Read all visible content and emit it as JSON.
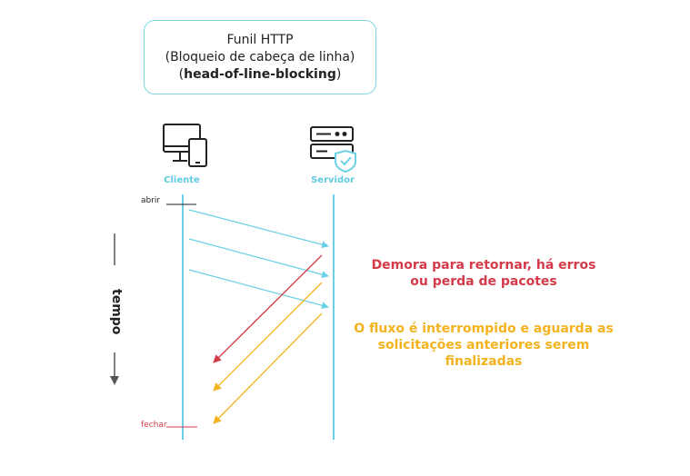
{
  "title": {
    "line1": "Funil HTTP",
    "line2": "(Bloqueio de cabeça de linha)",
    "line3_open": "(",
    "line3_bold": "head-of-line-blocking",
    "line3_close": ")"
  },
  "client": {
    "label": "Cliente",
    "icon": "desktop-mobile-icon"
  },
  "server": {
    "label": "Servidor",
    "icon": "server-shield-icon"
  },
  "markers": {
    "open": "abrir",
    "close": "fechar"
  },
  "time_label": "tempo",
  "notes": {
    "delay": "Demora para retornar, há erros ou perda de pacotes",
    "blocked": "O fluxo é interrompido e aguarda as solicitações anteriores serem finalizadas"
  },
  "colors": {
    "request": "#6cd0e6",
    "lifeline": "#6cd0e6",
    "error": "#d33a4a",
    "waiting": "#f2b31f",
    "border": "#7fd6e0"
  }
}
